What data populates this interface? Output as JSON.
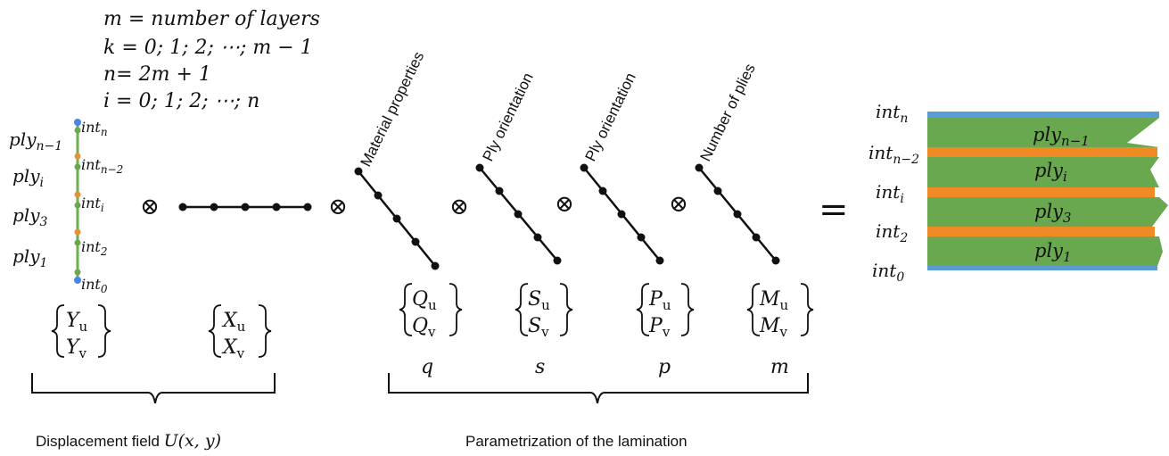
{
  "definitions": {
    "m_def": "m = number of layers",
    "k_def": "k = 0; 1; 2; ⋯; m − 1",
    "n_def": "n= 2m + 1",
    "i_def": "i = 0; 1; 2; ⋯; n"
  },
  "displacement": {
    "ply_labels": [
      {
        "base": "ply",
        "sub": "n−1"
      },
      {
        "base": "ply",
        "sub": "i"
      },
      {
        "base": "ply",
        "sub": "3"
      },
      {
        "base": "ply",
        "sub": "1"
      }
    ],
    "int_labels": [
      {
        "base": "int",
        "sub": "n"
      },
      {
        "base": "int",
        "sub": "n−2"
      },
      {
        "base": "int",
        "sub": "i"
      },
      {
        "base": "int",
        "sub": "2"
      },
      {
        "base": "int",
        "sub": "0"
      }
    ],
    "y_vector": {
      "top": "Y",
      "top_sub": "u",
      "bottom": "Y",
      "bottom_sub": "v"
    },
    "x_vector": {
      "top": "X",
      "top_sub": "u",
      "bottom": "X",
      "bottom_sub": "v"
    },
    "group_label": "Displacement field ",
    "group_label_math": "U(x, y)"
  },
  "operators": {
    "tensor": "⊗",
    "equals": "="
  },
  "parametrization": {
    "branches": [
      {
        "title": "Material properties",
        "top": "Q",
        "bottom": "Q",
        "symbol": "q"
      },
      {
        "title": "Ply orientation",
        "top": "S",
        "bottom": "S",
        "symbol": "s"
      },
      {
        "title": "Ply orientation",
        "top": "P",
        "bottom": "P",
        "symbol": "p"
      },
      {
        "title": "Number of plies",
        "top": "M",
        "bottom": "M",
        "symbol": "m"
      }
    ],
    "sub_top": "u",
    "sub_bottom": "v",
    "group_label": "Parametrization of the lamination"
  },
  "laminate": {
    "int_labels": [
      {
        "base": "int",
        "sub": "n"
      },
      {
        "base": "int",
        "sub": "n−2"
      },
      {
        "base": "int",
        "sub": "i"
      },
      {
        "base": "int",
        "sub": "2"
      },
      {
        "base": "int",
        "sub": "0"
      }
    ],
    "ply_labels": [
      {
        "base": "ply",
        "sub": "n−1"
      },
      {
        "base": "ply",
        "sub": "i"
      },
      {
        "base": "ply",
        "sub": "3"
      },
      {
        "base": "ply",
        "sub": "1"
      }
    ],
    "colors": {
      "ply": "#6aa84f",
      "interface": "#f08a24",
      "outer": "#5b9bd5"
    }
  },
  "colors": {
    "line": "#111111",
    "green_line": "#6ab04c",
    "dot_blue": "#4a86e8",
    "dot_green": "#6aa84f",
    "dot_orange": "#e69138"
  }
}
